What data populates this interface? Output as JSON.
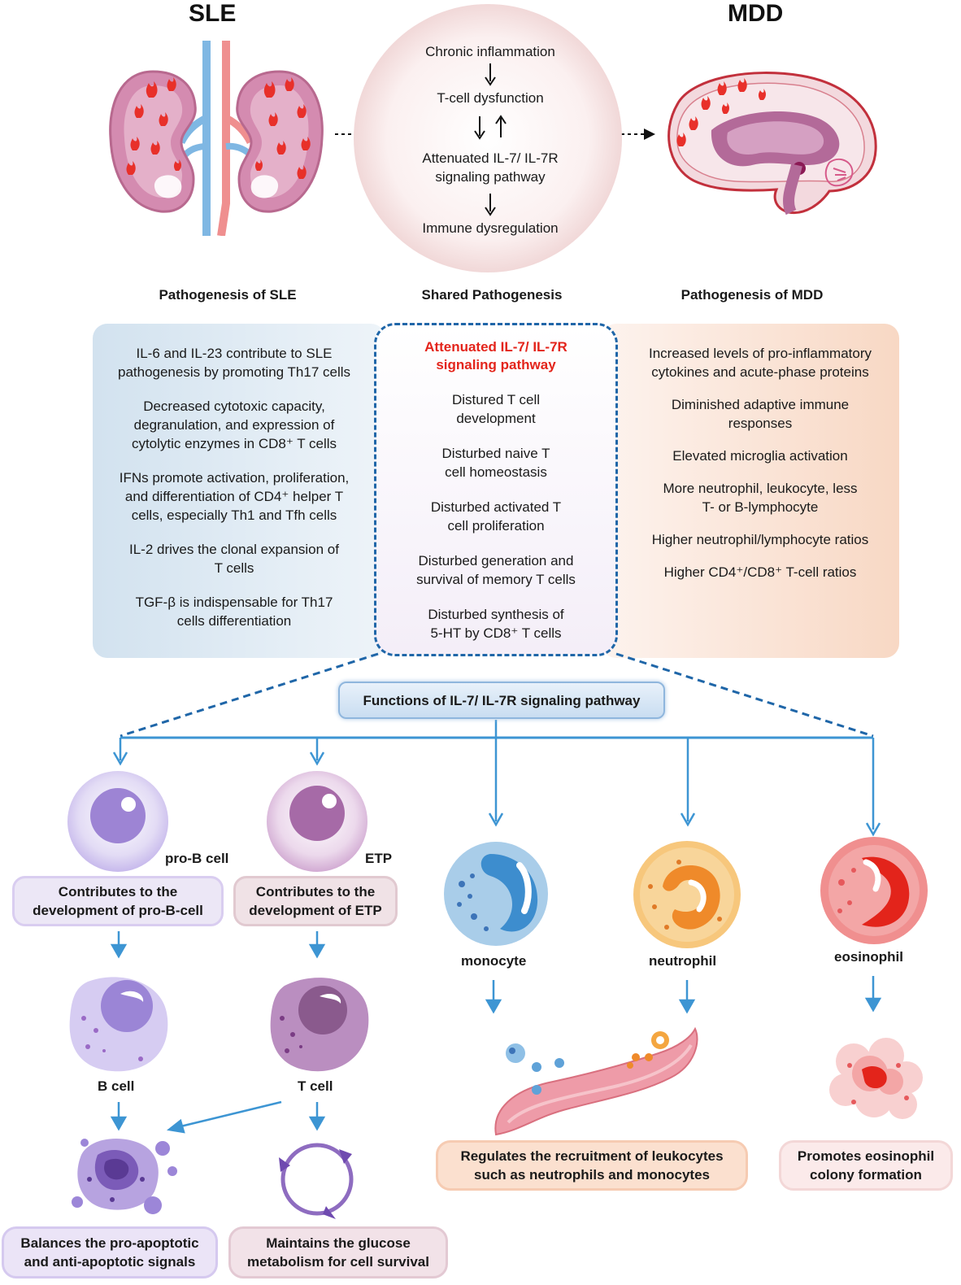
{
  "header": {
    "left_title": "SLE",
    "right_title": "MDD"
  },
  "shared_circle": {
    "step1": "Chronic inflammation",
    "step2": "T-cell dysfunction",
    "step3_line1": "Attenuated IL-7/ IL-7R",
    "step3_line2": "signaling pathway",
    "step4": "Immune dysregulation"
  },
  "section_titles": {
    "sle": "Pathogenesis of SLE",
    "shared": "Shared Pathogenesis",
    "mdd": "Pathogenesis of MDD"
  },
  "sle_panel": {
    "items": [
      [
        "IL-6 and IL-23 contribute to SLE",
        "pathogenesis by promoting Th17 cells"
      ],
      [
        "Decreased cytotoxic capacity,",
        "degranulation, and expression of",
        "cytolytic enzymes in CD8⁺ T cells"
      ],
      [
        "IFNs promote activation, proliferation,",
        "and differentiation of CD4⁺ helper T",
        "cells, especially Th1 and Tfh cells"
      ],
      [
        "IL-2 drives the clonal expansion of",
        "T cells"
      ],
      [
        "TGF-β is indispensable for Th17",
        "cells differentiation"
      ]
    ]
  },
  "shared_panel": {
    "heading_line1": "Attenuated IL-7/ IL-7R",
    "heading_line2": "signaling pathway",
    "items": [
      [
        "Distured T cell",
        "development"
      ],
      [
        "Disturbed naive T",
        "cell homeostasis"
      ],
      [
        "Disturbed activated T",
        "cell proliferation"
      ],
      [
        "Disturbed generation and",
        "survival of memory T cells"
      ],
      [
        "Disturbed synthesis of",
        "5-HT by CD8⁺ T cells"
      ]
    ]
  },
  "mdd_panel": {
    "items": [
      [
        "Increased levels of pro-inflammatory",
        "cytokines and acute-phase proteins"
      ],
      [
        "Diminished adaptive immune",
        "responses"
      ],
      [
        "Elevated microglia activation"
      ],
      [
        "More neutrophil, leukocyte, less",
        "T- or B-lymphocyte"
      ],
      [
        "Higher neutrophil/lymphocyte ratios"
      ],
      [
        "Higher CD4⁺/CD8⁺ T-cell ratios"
      ]
    ]
  },
  "functions": {
    "title": "Functions of IL-7/ IL-7R signaling pathway"
  },
  "cells": {
    "pro_b": "pro-B cell",
    "etp": "ETP",
    "monocyte": "monocyte",
    "neutrophil": "neutrophil",
    "eosinophil": "eosinophil",
    "b_cell": "B cell",
    "t_cell": "T cell"
  },
  "pills": {
    "pro_b_line1": "Contributes to the",
    "pro_b_line2": "development of pro-B-cell",
    "etp_line1": "Contributes to the",
    "etp_line2": "development of ETP",
    "leuko_line1": "Regulates the recruitment of leukocytes",
    "leuko_line2": "such as neutrophils and monocytes",
    "eos_line1": "Promotes eosinophil",
    "eos_line2": "colony formation",
    "apop_line1": "Balances the pro-apoptotic",
    "apop_line2": "and anti-apoptotic signals",
    "gluc_line1": "Maintains the glucose",
    "gluc_line2": "metabolism for cell survival"
  },
  "colors": {
    "accent_red": "#e3241b",
    "arrow_blue": "#3d95d3",
    "dash_blue": "#1f66a8"
  }
}
